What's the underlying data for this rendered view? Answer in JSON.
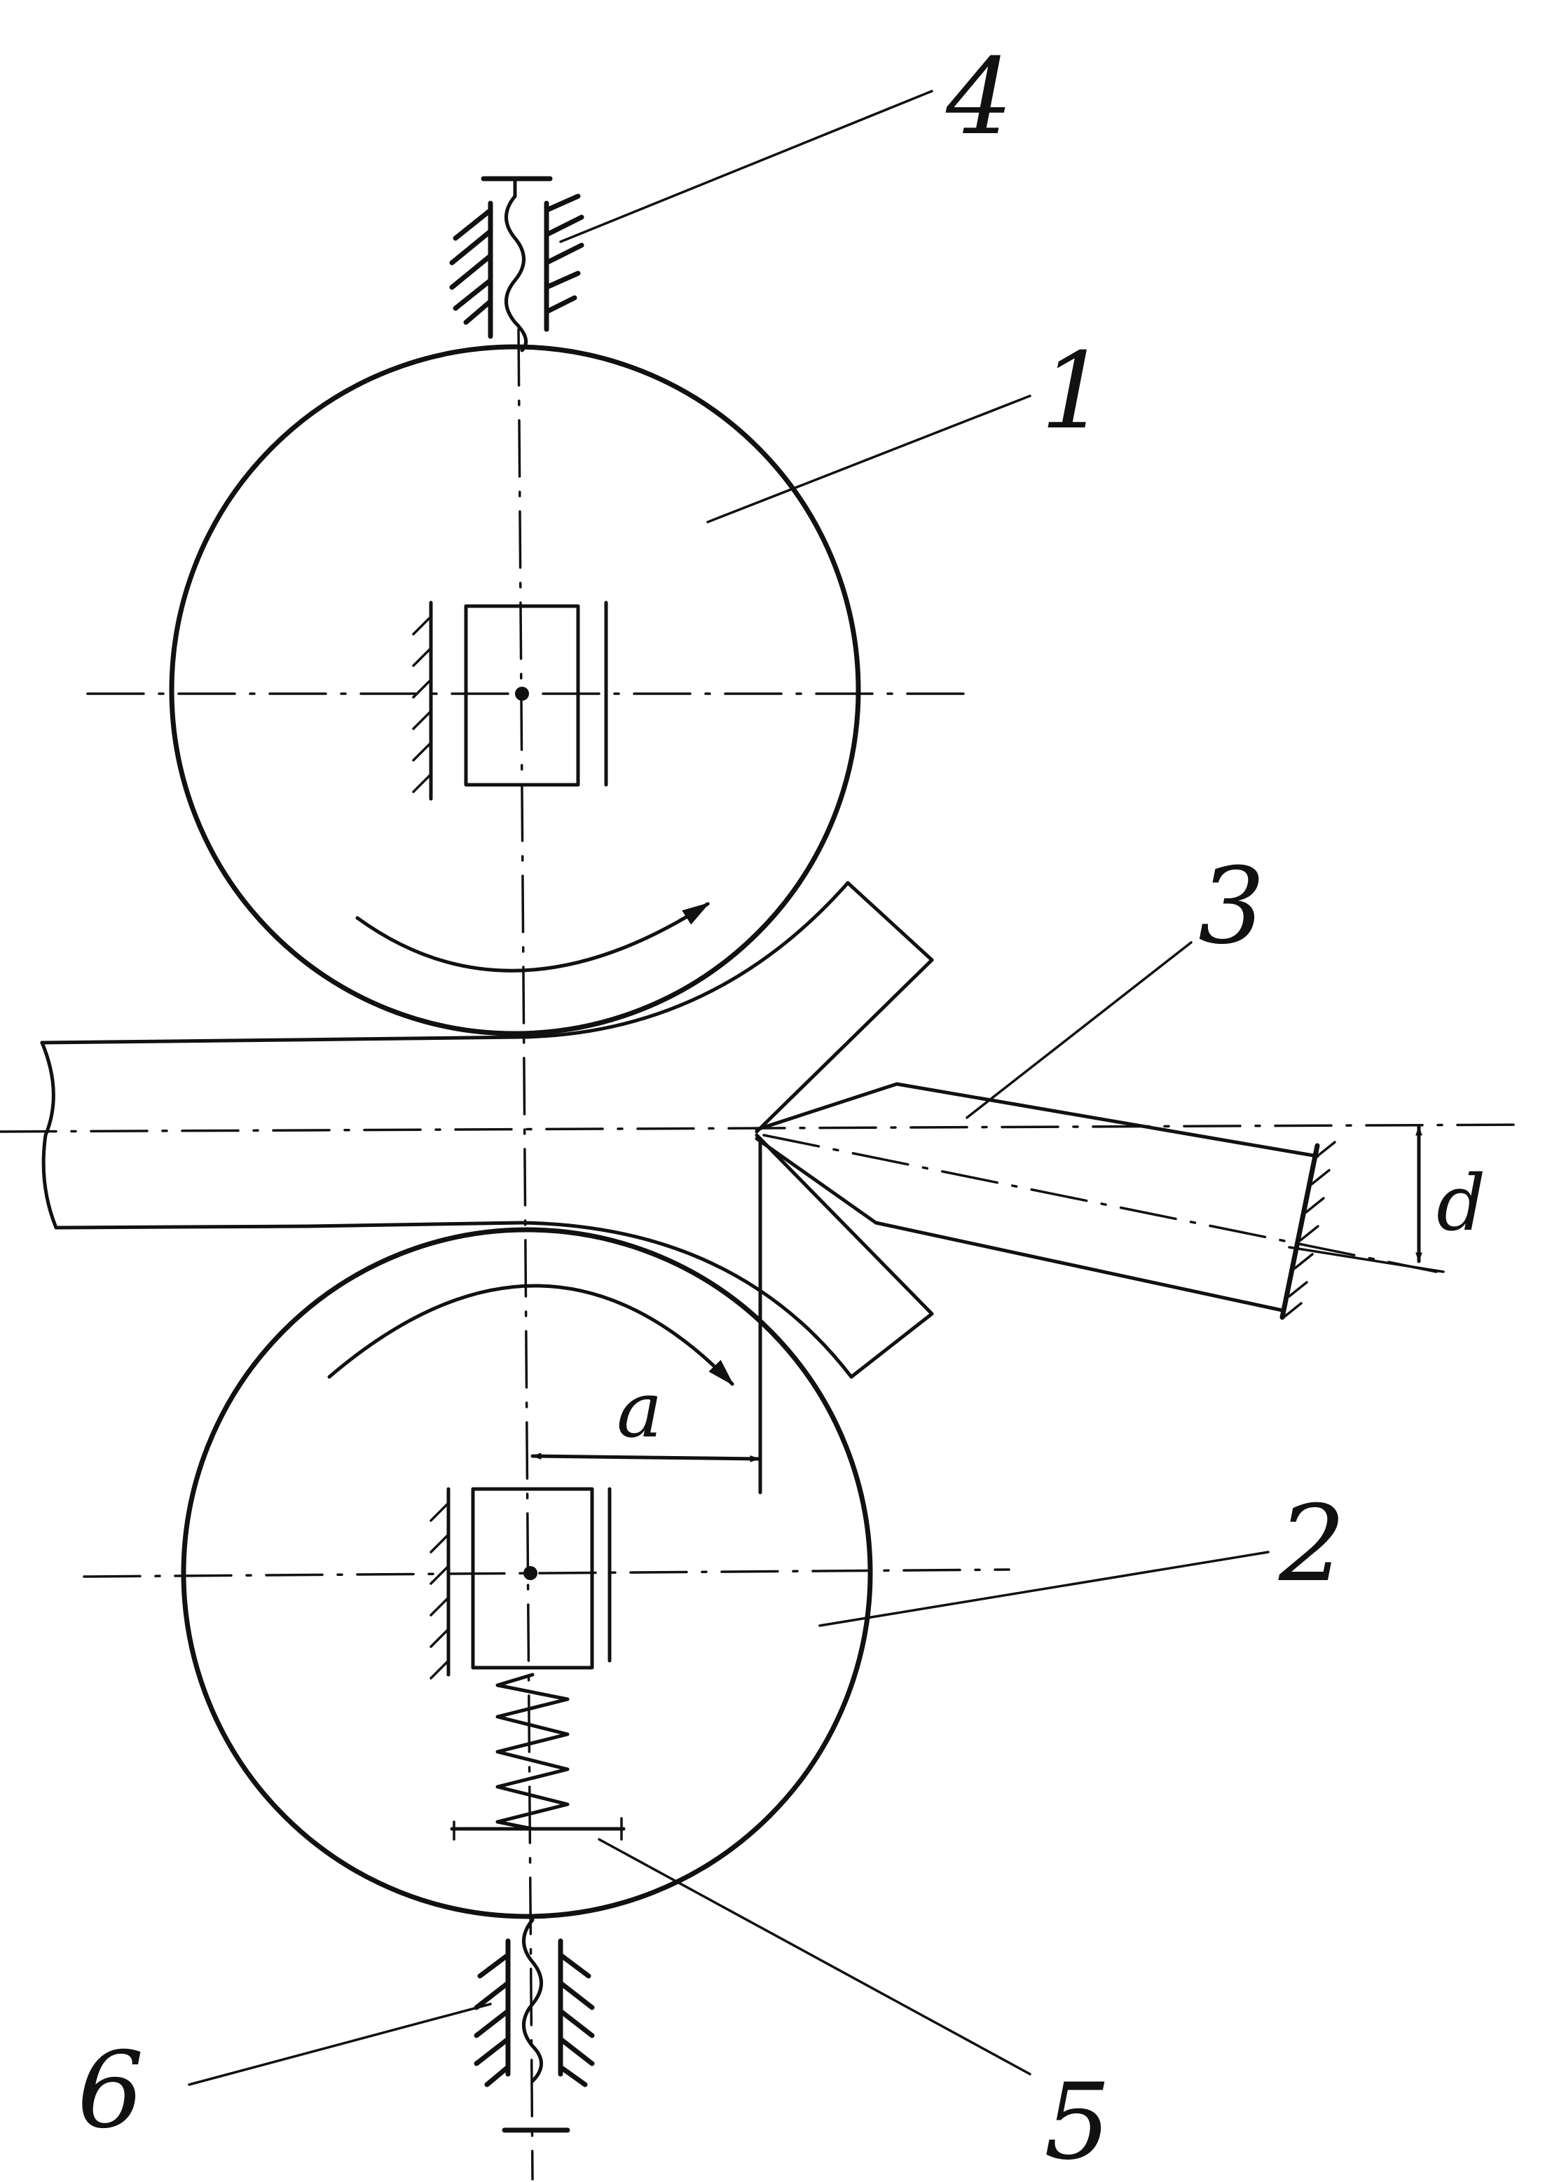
{
  "diagram": {
    "part_labels": {
      "roll_upper": "1",
      "roll_lower": "2",
      "knife": "3",
      "adjust_upper": "4",
      "spring_plate": "5",
      "adjust_lower": "6"
    },
    "dimension_labels": {
      "offset_a": "a",
      "offset_d": "d"
    },
    "colors": {
      "ink": "#111111",
      "paper": "#ffffff"
    }
  }
}
